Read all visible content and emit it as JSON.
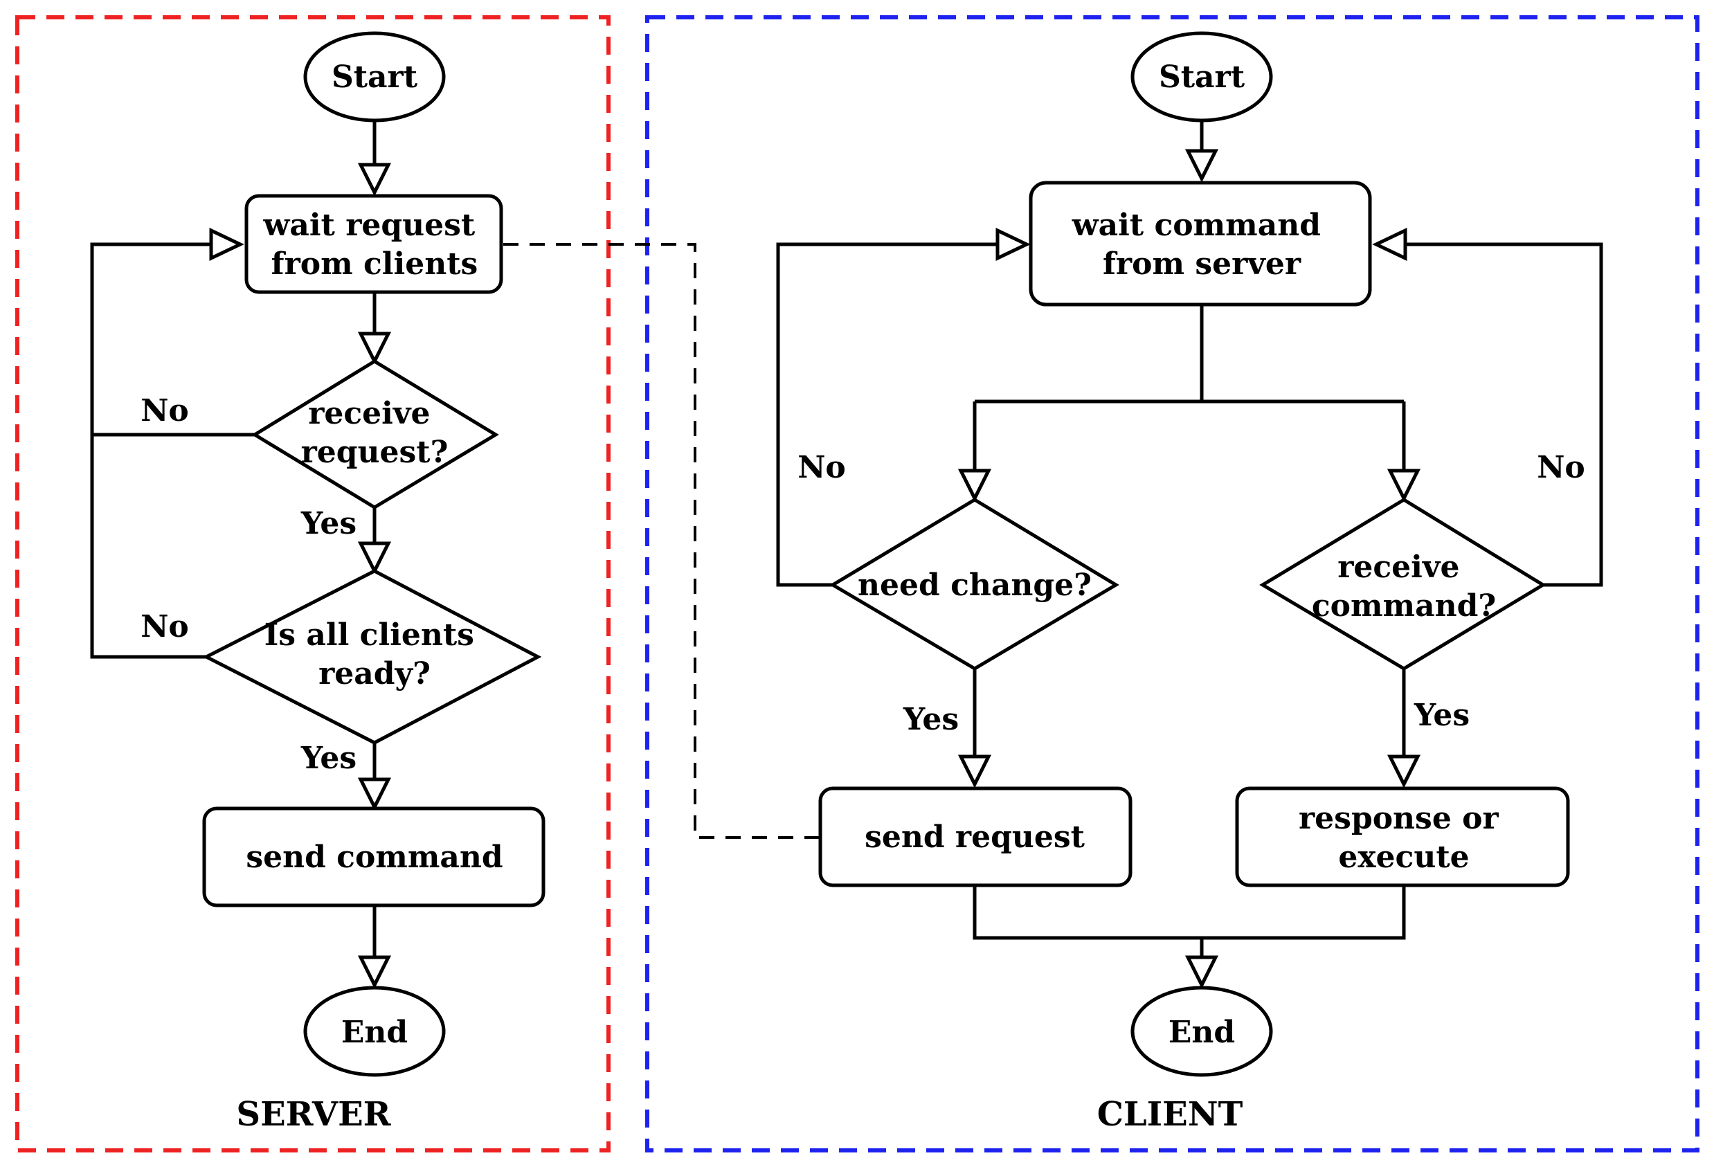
{
  "groups": {
    "server": {
      "label": "SERVER",
      "border_color": "#ee2222"
    },
    "client": {
      "label": "CLIENT",
      "border_color": "#1e22ee"
    }
  },
  "server": {
    "start": "Start",
    "wait_request": [
      "wait request",
      "from clients"
    ],
    "receive_request": [
      "receive",
      "request?"
    ],
    "all_ready": [
      "Is all clients",
      "ready?"
    ],
    "send_command": "send command",
    "end": "End",
    "edge_no_1": "No",
    "edge_yes_1": "Yes",
    "edge_no_2": "No",
    "edge_yes_2": "Yes"
  },
  "client": {
    "start": "Start",
    "wait_command": [
      "wait command",
      "from server"
    ],
    "need_change": "need change?",
    "receive_command": [
      "receive",
      "command?"
    ],
    "send_request": "send request",
    "response_execute": [
      "response or",
      "execute"
    ],
    "end": "End",
    "edge_no_left": "No",
    "edge_no_right": "No",
    "edge_yes_left": "Yes",
    "edge_yes_right": "Yes"
  },
  "colors": {
    "stroke": "#000000",
    "fill": "#ffffff"
  }
}
